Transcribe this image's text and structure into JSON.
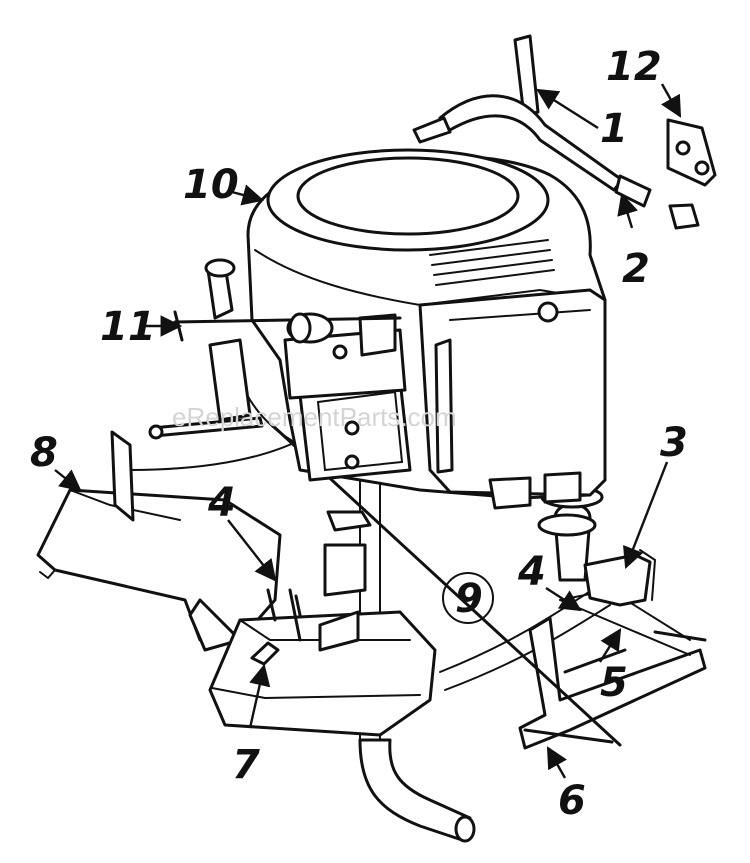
{
  "watermark": "eReplacementParts.com",
  "callouts": [
    {
      "id": "1",
      "label": "1"
    },
    {
      "id": "2",
      "label": "2"
    },
    {
      "id": "3",
      "label": "3"
    },
    {
      "id": "4a",
      "label": "4"
    },
    {
      "id": "4b",
      "label": "4"
    },
    {
      "id": "5",
      "label": "5"
    },
    {
      "id": "6",
      "label": "6"
    },
    {
      "id": "7",
      "label": "7"
    },
    {
      "id": "8",
      "label": "8"
    },
    {
      "id": "9",
      "label": "9"
    },
    {
      "id": "10",
      "label": "10"
    },
    {
      "id": "11",
      "label": "11"
    },
    {
      "id": "12",
      "label": "12"
    }
  ],
  "colors": {
    "ink": "#111111",
    "paper": "#ffffff",
    "watermark": "#d4d4d4"
  }
}
